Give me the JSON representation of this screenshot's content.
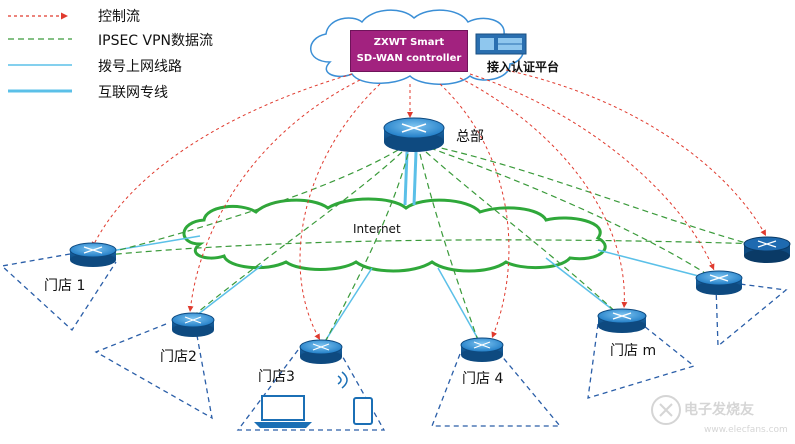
{
  "legend": [
    {
      "label": "控制流",
      "style": "control"
    },
    {
      "label": "IPSEC VPN数据流",
      "style": "ipsec"
    },
    {
      "label": "拨号上网线路",
      "style": "dialup"
    },
    {
      "label": "互联网专线",
      "style": "leased"
    }
  ],
  "controller": {
    "line1": "ZXWT Smart",
    "line2": "SD-WAN controller"
  },
  "auth_platform": {
    "label": "接入认证平台"
  },
  "hq": {
    "label": "总部"
  },
  "internet": {
    "label": "Internet"
  },
  "stores": [
    {
      "label": "门店 1"
    },
    {
      "label": "门店2"
    },
    {
      "label": "门店3"
    },
    {
      "label": "门店 4"
    },
    {
      "label": "门店 m"
    }
  ],
  "colors": {
    "control": "#e03a2e",
    "ipsec": "#3a9a3a",
    "dialup": "#5bc0e8",
    "leased": "#5bc0e8",
    "cloud_internet": "#2fa83a",
    "cloud_controller": "#3b8fd6",
    "router": "#1b6fb5",
    "controller_box": "#a2227f"
  }
}
